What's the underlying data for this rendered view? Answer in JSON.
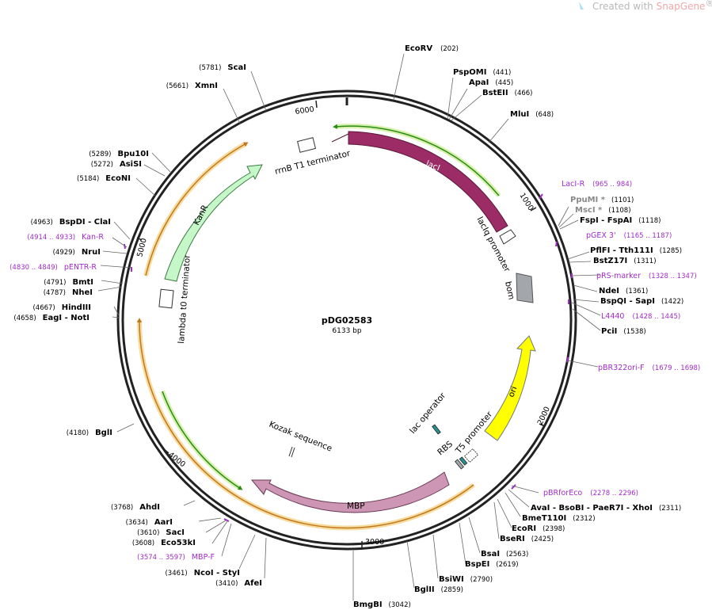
{
  "watermark": {
    "prefix": "Created with ",
    "brand": "SnapGene",
    "mark": "®"
  },
  "plasmid": {
    "name": "pDG02583",
    "size": "6133 bp"
  },
  "ticks": [
    "1000",
    "2000",
    "3000",
    "4000",
    "5000",
    "6000"
  ],
  "features": {
    "lacI": "lacI",
    "laciq_promoter": "lacIq promoter",
    "bom": "bom",
    "ori": "ori",
    "t5_promoter": "T5 promoter",
    "lac_operator": "lac operator",
    "rbs": "RBS",
    "mbp": "MBP",
    "kozak": "Kozak sequence",
    "lambda_t0": "lambda t0 terminator",
    "kanr": "KanR",
    "rrnb_t1": "rrnB T1 terminator"
  },
  "sites": {
    "ecorv": {
      "name": "EcoRV",
      "pos": "(202)"
    },
    "pspomi": {
      "name": "PspOMI",
      "pos": "(441)"
    },
    "apai": {
      "name": "ApaI",
      "pos": "(445)"
    },
    "bsteii": {
      "name": "BstEII",
      "pos": "(466)"
    },
    "mlui": {
      "name": "MluI",
      "pos": "(648)"
    },
    "ppumi": {
      "name": "PpuMI *",
      "pos": "(1101)"
    },
    "mscl": {
      "name": "MscI *",
      "pos": "(1108)"
    },
    "fspi": {
      "name": "FspI",
      "sep": " - ",
      "name2": "FspAI",
      "pos": "(1118)"
    },
    "pflfi": {
      "name": "PflFI",
      "sep": " - ",
      "name2": "Tth111I",
      "pos": "(1285)"
    },
    "bstz17i": {
      "name": "BstZ17I",
      "pos": "(1311)"
    },
    "ndei": {
      "name": "NdeI",
      "pos": "(1361)"
    },
    "bspqi": {
      "name": "BspQI",
      "sep": " - ",
      "name2": "SapI",
      "pos": "(1422)"
    },
    "pcil": {
      "name": "PciI",
      "pos": "(1538)"
    },
    "aval": {
      "name": "AvaI",
      "sep": " - ",
      "name2": "BsoBI",
      "sep2": " - ",
      "name3": "PaeR7I",
      "sep3": " - ",
      "name4": "XhoI",
      "pos": "(2311)"
    },
    "bmet110i": {
      "name": "BmeT110I",
      "pos": "(2312)"
    },
    "ecori": {
      "name": "EcoRI",
      "pos": "(2398)"
    },
    "bseri": {
      "name": "BseRI",
      "pos": "(2425)"
    },
    "bsai": {
      "name": "BsaI",
      "pos": "(2563)"
    },
    "bspei": {
      "name": "BspEI",
      "pos": "(2619)"
    },
    "bsiwi": {
      "name": "BsiWI",
      "pos": "(2790)"
    },
    "bglii": {
      "name": "BglII",
      "pos": "(2859)"
    },
    "bmgbi": {
      "name": "BmgBI",
      "pos": "(3042)"
    },
    "afei": {
      "name": "AfeI",
      "pos": "(3410)"
    },
    "ncoi": {
      "name": "NcoI",
      "sep": " - ",
      "name2": "StyI",
      "pos": "(3461)"
    },
    "eco53ki": {
      "name": "Eco53kI",
      "pos": "(3608)"
    },
    "saci": {
      "name": "SacI",
      "pos": "(3610)"
    },
    "aari": {
      "name": "AarI",
      "pos": "(3634)"
    },
    "ahdi": {
      "name": "AhdI",
      "pos": "(3768)"
    },
    "bgli": {
      "name": "BglI",
      "pos": "(4180)"
    },
    "eagi": {
      "name": "EagI",
      "sep": " - ",
      "name2": "NotI",
      "pos": "(4658)"
    },
    "hindiii": {
      "name": "HindIII",
      "pos": "(4667)"
    },
    "nhei": {
      "name": "NheI",
      "pos": "(4787)"
    },
    "bmti": {
      "name": "BmtI",
      "pos": "(4791)"
    },
    "nrui": {
      "name": "NruI",
      "pos": "(4929)"
    },
    "bspdi": {
      "name": "BspDI",
      "sep": " - ",
      "name2": "ClaI",
      "pos": "(4963)"
    },
    "econi": {
      "name": "EcoNI",
      "pos": "(5184)"
    },
    "asisi": {
      "name": "AsiSI",
      "pos": "(5272)"
    },
    "bpu10i": {
      "name": "Bpu10I",
      "pos": "(5289)"
    },
    "xmni": {
      "name": "XmnI",
      "pos": "(5661)"
    },
    "scai": {
      "name": "ScaI",
      "pos": "(5781)"
    }
  },
  "primers": {
    "laci_r": {
      "name": "LacI-R",
      "range": "(965 .. 984)"
    },
    "pgex3": {
      "name": "pGEX 3'",
      "range": "(1165 .. 1187)"
    },
    "prs_marker": {
      "name": "pRS-marker",
      "range": "(1328 .. 1347)"
    },
    "l4440": {
      "name": "L4440",
      "range": "(1428 .. 1445)"
    },
    "pbr322ori_f": {
      "name": "pBR322ori-F",
      "range": "(1679 .. 1698)"
    },
    "pbrforeco": {
      "name": "pBRforEco",
      "range": "(2278 .. 2296)"
    },
    "mbp_f": {
      "name": "MBP-F",
      "range": "(3574 .. 3597)"
    },
    "pentr_r": {
      "name": "pENTR-R",
      "range": "(4830 .. 4849)"
    },
    "kan_r": {
      "name": "Kan-R",
      "range": "(4914 .. 4933)"
    }
  },
  "colors": {
    "backbone": "#222222",
    "lacI": "#9b2c66",
    "bom": "#a3a7ab",
    "ori": "#ffff00",
    "mbp": "#cd96b4",
    "kanr": "#c6f7c9",
    "primer": "#a02cc7",
    "orf_line": "#c0781e",
    "orf_halo": "#f7dca0",
    "green_line": "#2c8a1c",
    "green_halo": "#d6f2a8"
  }
}
